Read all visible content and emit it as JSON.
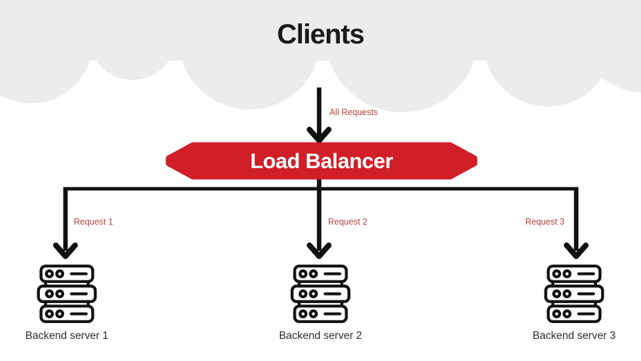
{
  "title": "Clients",
  "load_balancer": {
    "label": "Load Balancer"
  },
  "edges": {
    "all_requests": "All Requests",
    "request1": "Request 1",
    "request2": "Request 2",
    "request3": "Request 3"
  },
  "servers": [
    {
      "label": "Backend server 1"
    },
    {
      "label": "Backend server 2"
    },
    {
      "label": "Backend server 3"
    }
  ],
  "colors": {
    "cloud_gray": "#ececec",
    "banner_red": "#d01f28",
    "edge_label_red": "#b5423f",
    "line_black": "#111111",
    "server_label_color": "#2d2d2d",
    "title_color": "#1a1a1a"
  }
}
